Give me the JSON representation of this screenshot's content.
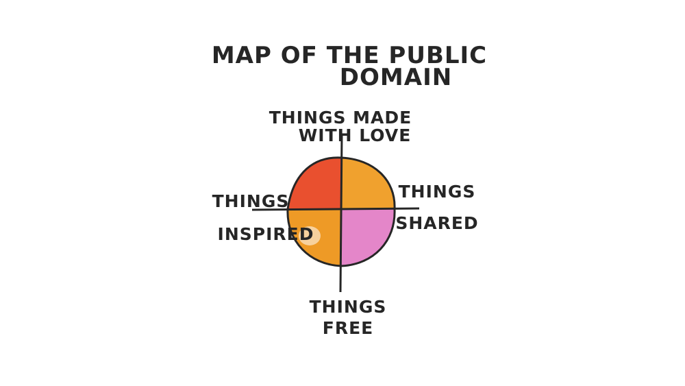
{
  "title": {
    "line1": "MAP OF THE PUBLIC",
    "line2": "DOMAIN"
  },
  "axes": {
    "top": {
      "line1": "THINGS MADE",
      "line2": "WITH LOVE"
    },
    "right": {
      "line1": "THINGS",
      "line2": "SHARED"
    },
    "bottom": {
      "line1": "THINGS",
      "line2": "FREE"
    },
    "left": {
      "line1": "THINGS",
      "line2": "INSPIRED"
    }
  },
  "colors": {
    "ink": "#262626",
    "quadrant_top_left": "#e9502f",
    "quadrant_top_right": "#f0a12e",
    "quadrant_bottom_left": "#ee9a26",
    "quadrant_bottom_right": "#e486c9"
  }
}
